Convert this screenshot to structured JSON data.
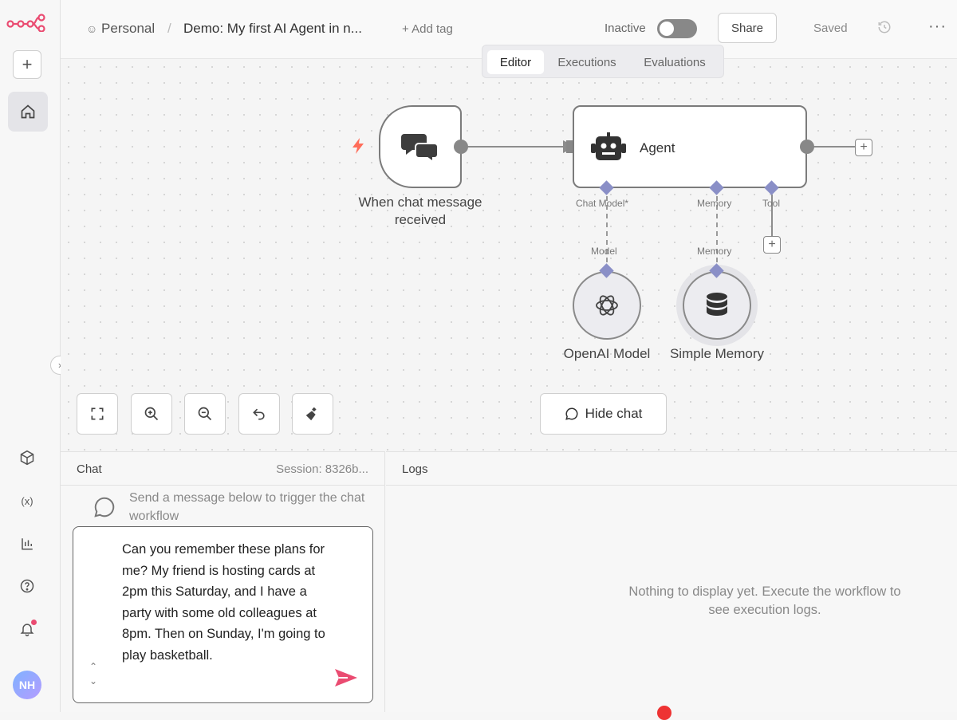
{
  "topbar": {
    "project": "Personal",
    "workflow_title": "Demo: My first AI Agent in n...",
    "add_tag": "+ Add tag",
    "status_label": "Inactive",
    "share_label": "Share",
    "saved_label": "Saved",
    "more_label": "···"
  },
  "tabs": [
    {
      "label": "Editor",
      "active": true
    },
    {
      "label": "Executions",
      "active": false
    },
    {
      "label": "Evaluations",
      "active": false
    }
  ],
  "sidebar": {
    "add_label": "+",
    "avatar_initials": "NH"
  },
  "nodes": {
    "trigger": {
      "label": "When chat message received"
    },
    "agent": {
      "label": "Agent"
    },
    "openai": {
      "label": "OpenAI Model"
    },
    "memory": {
      "label": "Simple Memory"
    }
  },
  "ports": {
    "chat_model": "Chat Model*",
    "memory": "Memory",
    "tool": "Tool",
    "model_in": "Model",
    "memory_in": "Memory"
  },
  "canvas_controls": {
    "hide_chat": "Hide chat"
  },
  "chat": {
    "title": "Chat",
    "session": "Session: 8326b...",
    "hint": "Send a message below to trigger the chat workflow",
    "message": "Can you remember these plans for me? My friend is hosting cards at 2pm this Saturday, and I have a party with some old colleagues at 8pm. Then on Sunday, I'm going to play basketball."
  },
  "logs": {
    "title": "Logs",
    "empty": "Nothing to display yet. Execute the workflow to see execution logs."
  },
  "colors": {
    "accent": "#ea4b71",
    "port": "#8a8fc7",
    "trigger_bolt": "#ff6d5a"
  }
}
